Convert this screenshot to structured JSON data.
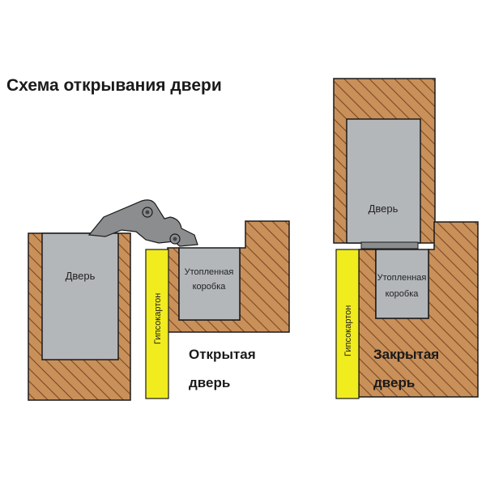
{
  "title": "Схема открывания двери",
  "labels": {
    "door": "Дверь",
    "box_line1": "Утопленная",
    "box_line2": "коробка",
    "drywall": "Гипсокартон",
    "open_line1": "Открытая",
    "open_line2": "дверь",
    "closed_line1": "Закрытая",
    "closed_line2": "дверь"
  },
  "colors": {
    "wood": "#C9905A",
    "hatch": "#7A4A24",
    "door": "#B4B7BA",
    "drywall": "#F1EC1E",
    "hinge": "#8B8D8F",
    "outline": "#1A1A1A"
  }
}
